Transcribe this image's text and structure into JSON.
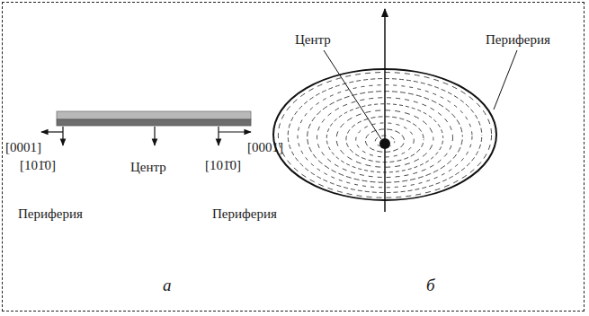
{
  "diagram": {
    "labels": [
      "[0001]",
      "[0001]",
      "[101̄0]",
      "Центр",
      "[101̄0]",
      "Периферия",
      "Периферия",
      "а",
      "Центр",
      "Периферия",
      "б"
    ]
  }
}
